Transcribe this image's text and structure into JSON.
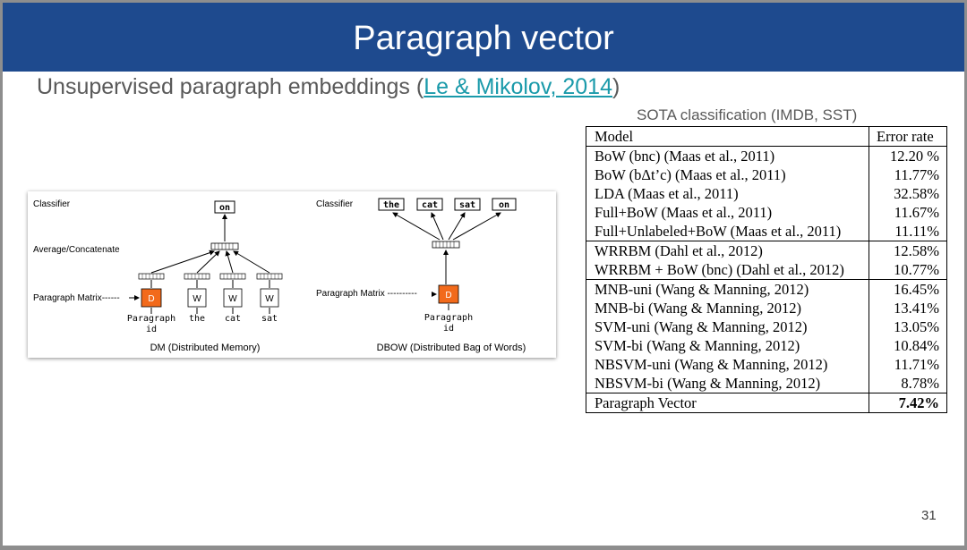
{
  "slide": {
    "title": "Paragraph vector",
    "subtitle_prefix": "Unsupervised paragraph embeddings (",
    "subtitle_link": "Le & Mikolov, 2014",
    "subtitle_suffix": ")",
    "sota_caption": "SOTA classification (IMDB, SST)",
    "page_number": "31"
  },
  "figure": {
    "dm": {
      "classifier_label": "Classifier",
      "avg_label": "Average/Concatenate",
      "matrix_label": "Paragraph Matrix------",
      "output_word": "on",
      "d_box": "D",
      "w_box": "W",
      "para_label_1": "Paragraph",
      "para_label_2": "id",
      "words": [
        "the",
        "cat",
        "sat"
      ],
      "caption": "DM (Distributed Memory)"
    },
    "dbow": {
      "classifier_label": "Classifier",
      "matrix_label": "Paragraph Matrix ----------",
      "output_words": [
        "the",
        "cat",
        "sat",
        "on"
      ],
      "d_box": "D",
      "para_label_1": "Paragraph",
      "para_label_2": "id",
      "caption": "DBOW (Distributed Bag of Words)"
    }
  },
  "table": {
    "headers": {
      "model": "Model",
      "error": "Error rate"
    },
    "rows": [
      {
        "model": "BoW (bnc) (Maas et al., 2011)",
        "error": "12.20 %"
      },
      {
        "model": "BoW (bΔt’c) (Maas et al., 2011)",
        "error": "11.77%"
      },
      {
        "model": "LDA (Maas et al., 2011)",
        "error": "32.58%"
      },
      {
        "model": "Full+BoW (Maas et al., 2011)",
        "error": "11.67%"
      },
      {
        "model": "Full+Unlabeled+BoW (Maas et al., 2011)",
        "error": "11.11%"
      },
      {
        "model": "WRRBM (Dahl et al., 2012)",
        "error": "12.58%"
      },
      {
        "model": "WRRBM + BoW (bnc) (Dahl et al., 2012)",
        "error": "10.77%"
      },
      {
        "model": "MNB-uni (Wang & Manning, 2012)",
        "error": "16.45%"
      },
      {
        "model": "MNB-bi (Wang & Manning, 2012)",
        "error": "13.41%"
      },
      {
        "model": "SVM-uni (Wang & Manning, 2012)",
        "error": "13.05%"
      },
      {
        "model": "SVM-bi (Wang & Manning, 2012)",
        "error": "10.84%"
      },
      {
        "model": "NBSVM-uni (Wang & Manning, 2012)",
        "error": "11.71%"
      },
      {
        "model": "NBSVM-bi (Wang & Manning, 2012)",
        "error": "8.78%"
      },
      {
        "model": "Paragraph Vector",
        "error": "7.42%"
      }
    ]
  },
  "colors": {
    "title_bar": "#1e4a8e",
    "link": "#1a9aaa",
    "d_box": "#f26a1b"
  }
}
